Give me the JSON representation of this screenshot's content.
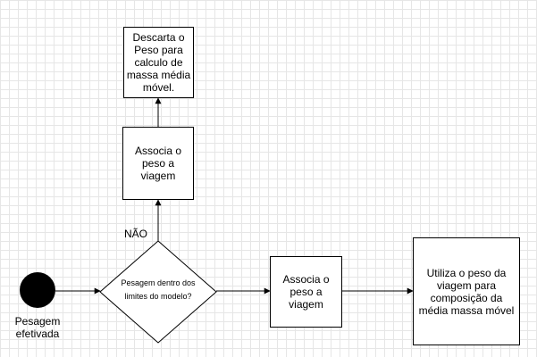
{
  "diagram": {
    "start_label": "Pesagem\nefetivada",
    "decision_label": "Pesagem dentro dos\nlimites do modelo?",
    "no_label": "NÃO",
    "box_associa_top": "Associa o\npeso a\nviagem",
    "box_descarta": "Descarta o\nPeso para\ncalculo de\nmassa média\nmóvel.",
    "box_associa_right": "Associa o\npeso a\nviagem",
    "box_utiliza": "Utiliza o peso da\nviagem para\ncomposição da\nmédia massa móvel"
  },
  "colors": {
    "line": "#000000",
    "grid": "#e6e6e6",
    "start_fill": "#000000"
  }
}
